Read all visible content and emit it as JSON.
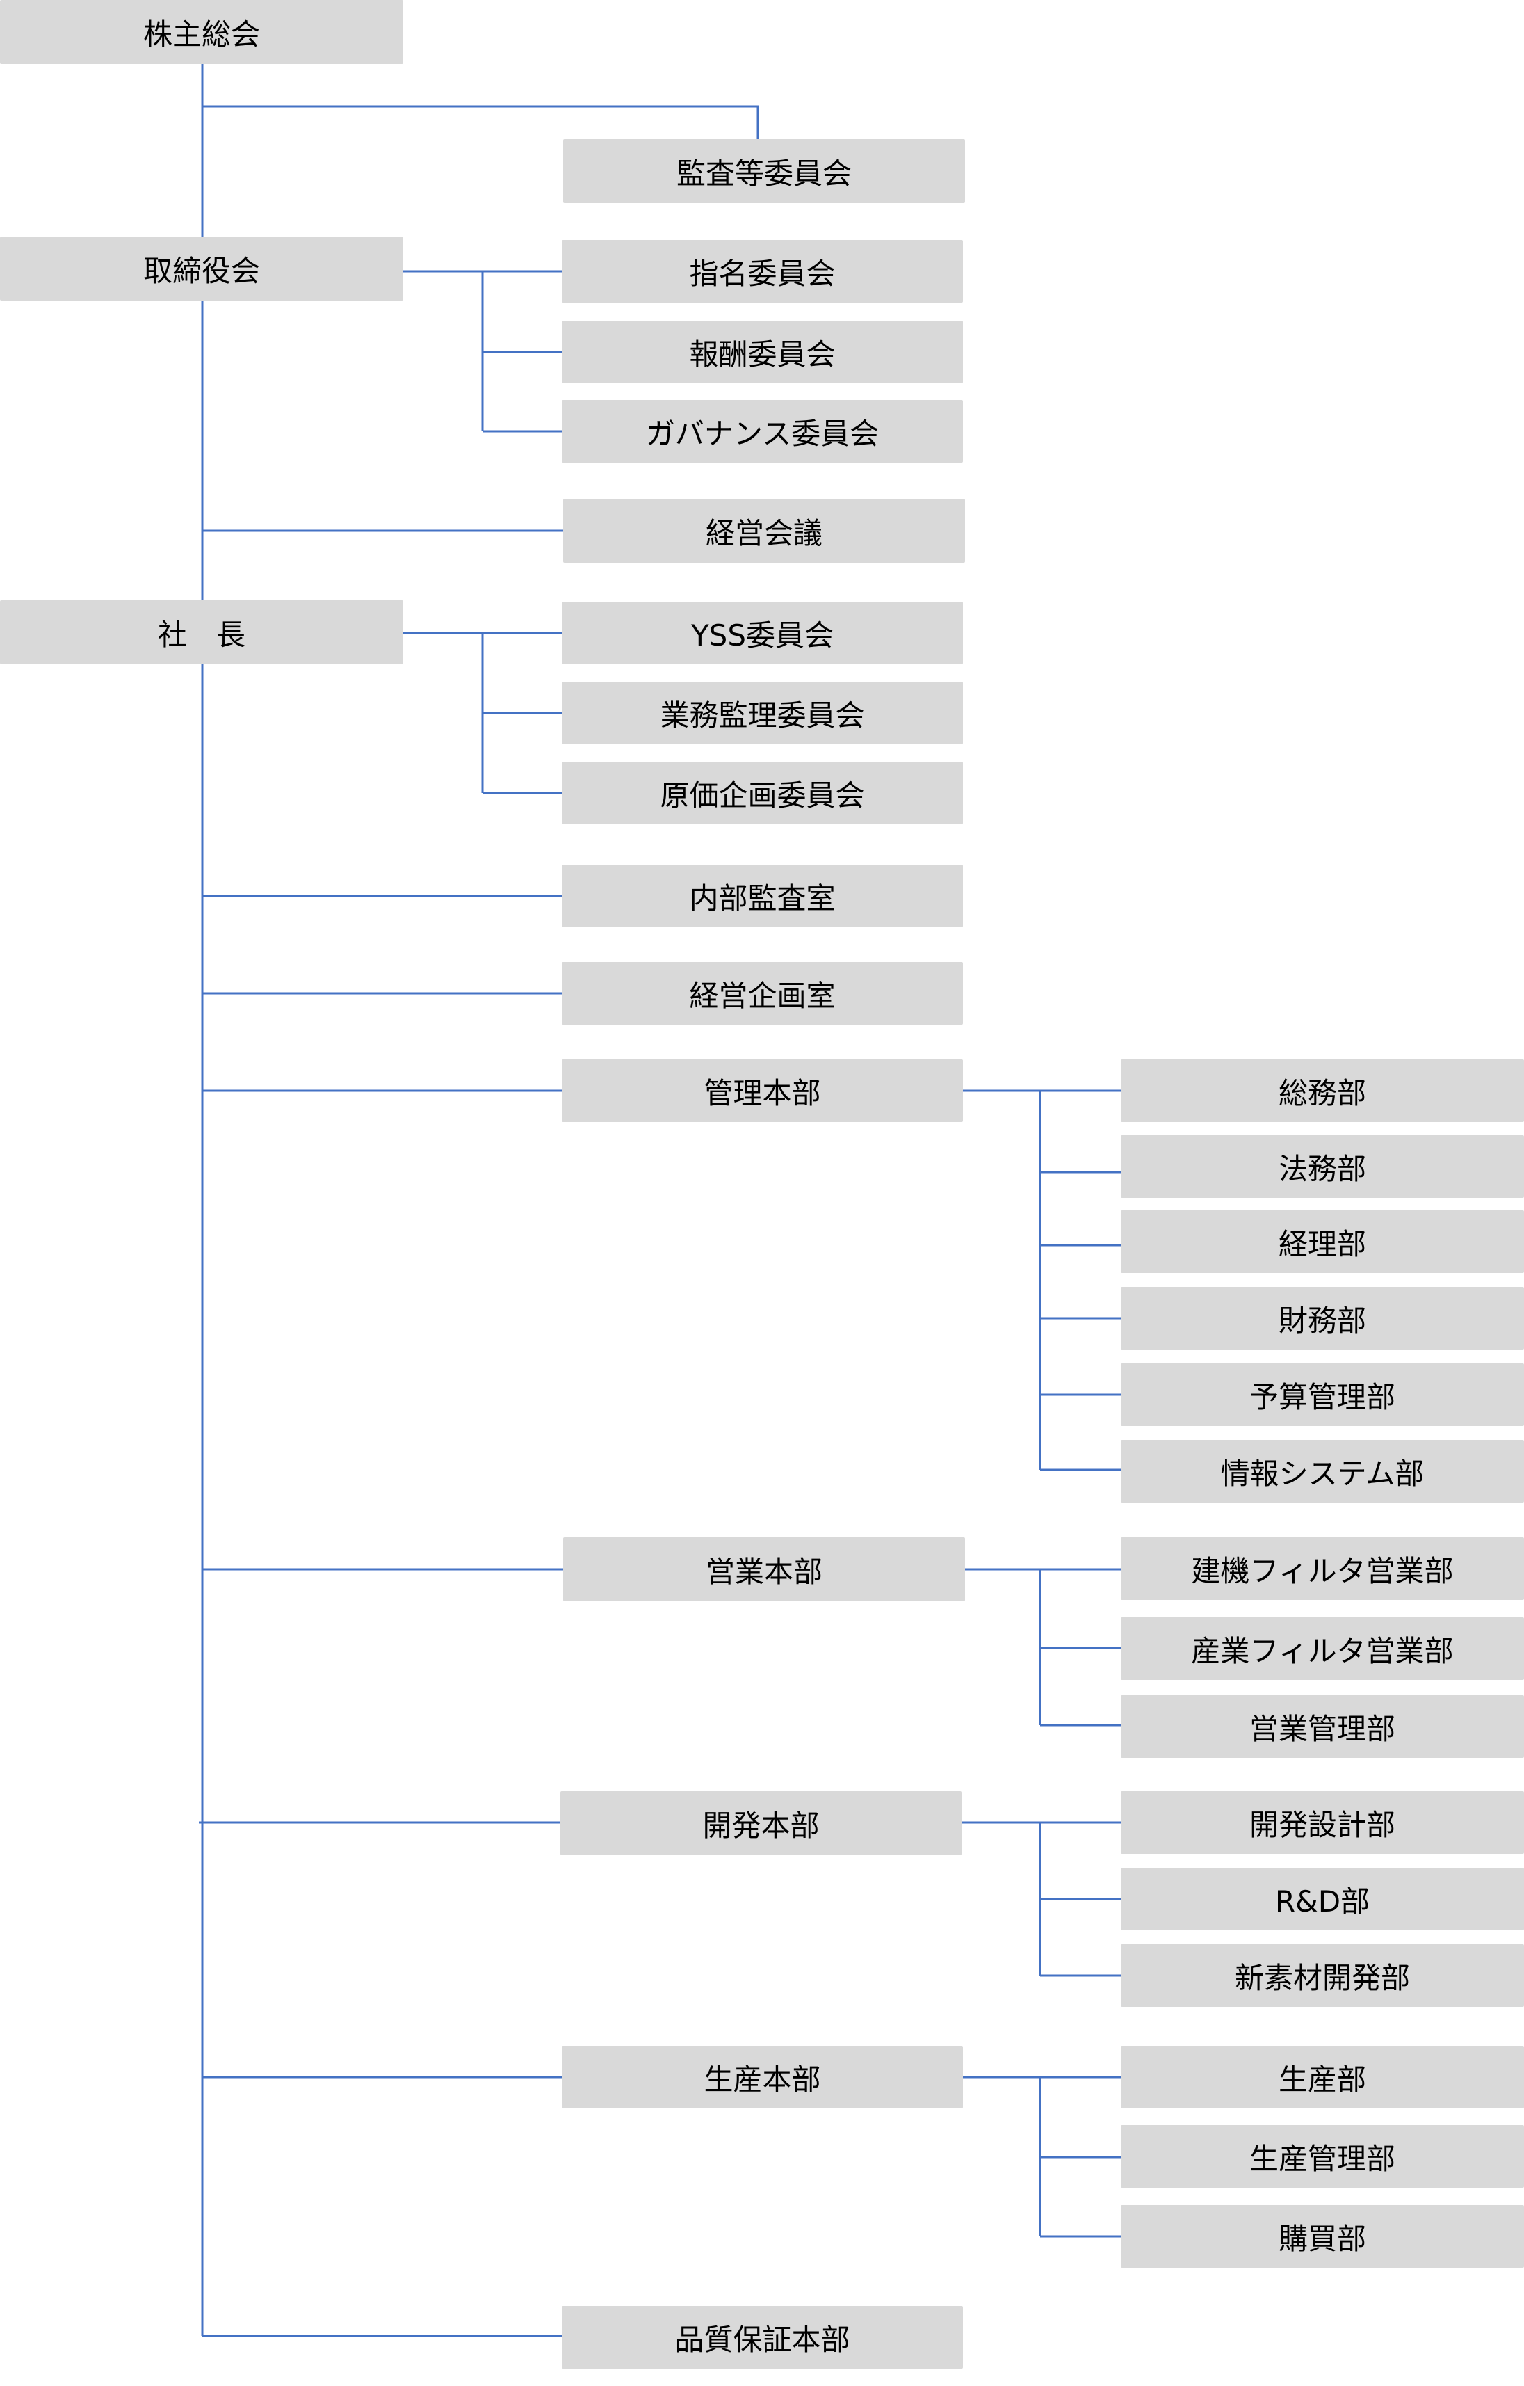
{
  "colors": {
    "connector": "#4472c4",
    "box": "#d9d9d9",
    "text": "#000000"
  },
  "nodes": {
    "shareholders_meeting": "株主総会",
    "audit_committee": "監査等委員会",
    "board_of_directors": "取締役会",
    "nomination_committee": "指名委員会",
    "compensation_committee": "報酬委員会",
    "governance_committee": "ガバナンス委員会",
    "management_meeting": "経営会議",
    "president": "社　長",
    "yss_committee": "YSS委員会",
    "business_audit_committee": "業務監理委員会",
    "cost_planning_committee": "原価企画委員会",
    "internal_audit_office": "内部監査室",
    "corporate_planning_office": "経営企画室",
    "administration_division": "管理本部",
    "general_affairs": "総務部",
    "legal": "法務部",
    "accounting": "経理部",
    "finance": "財務部",
    "budget_management": "予算管理部",
    "information_systems": "情報システム部",
    "sales_division": "営業本部",
    "construction_filter_sales": "建機フィルタ営業部",
    "industrial_filter_sales": "産業フィルタ営業部",
    "sales_management": "営業管理部",
    "development_division": "開発本部",
    "development_design": "開発設計部",
    "rnd": "R&D部",
    "new_materials_development": "新素材開発部",
    "production_division": "生産本部",
    "production": "生産部",
    "production_management": "生産管理部",
    "purchasing": "購買部",
    "quality_assurance_division": "品質保証本部"
  }
}
